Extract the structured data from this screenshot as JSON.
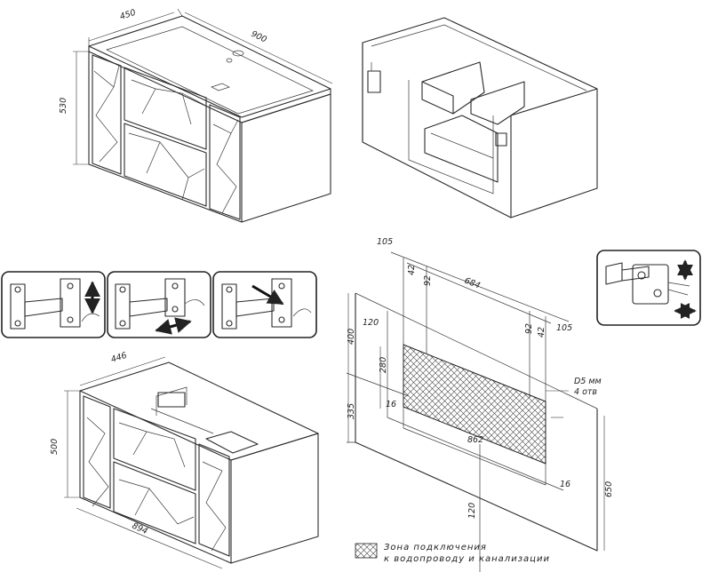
{
  "top_cabinet": {
    "depth": "450",
    "width": "900",
    "height": "530"
  },
  "bottom_cabinet": {
    "depth": "446",
    "width": "894",
    "height": "500"
  },
  "plan": {
    "left_offset": "105",
    "hole_gap_a": "42",
    "hole_gap_b": "92",
    "span_top": "684",
    "right_gap_a": "92",
    "right_gap_b": "42",
    "right_offset": "105",
    "left_top": "120",
    "height_400": "400",
    "height_280": "280",
    "height_335": "335",
    "left_16": "16",
    "zone_width": "862",
    "right_16": "16",
    "height_650": "650",
    "bottom_120": "120",
    "hole_label_1": "D5 мм",
    "hole_label_2": "4 отв"
  },
  "legend": {
    "line1": "Зона подключения",
    "line2": "к водопроводу и канализации"
  },
  "hinge_steps": {
    "count": 3
  }
}
